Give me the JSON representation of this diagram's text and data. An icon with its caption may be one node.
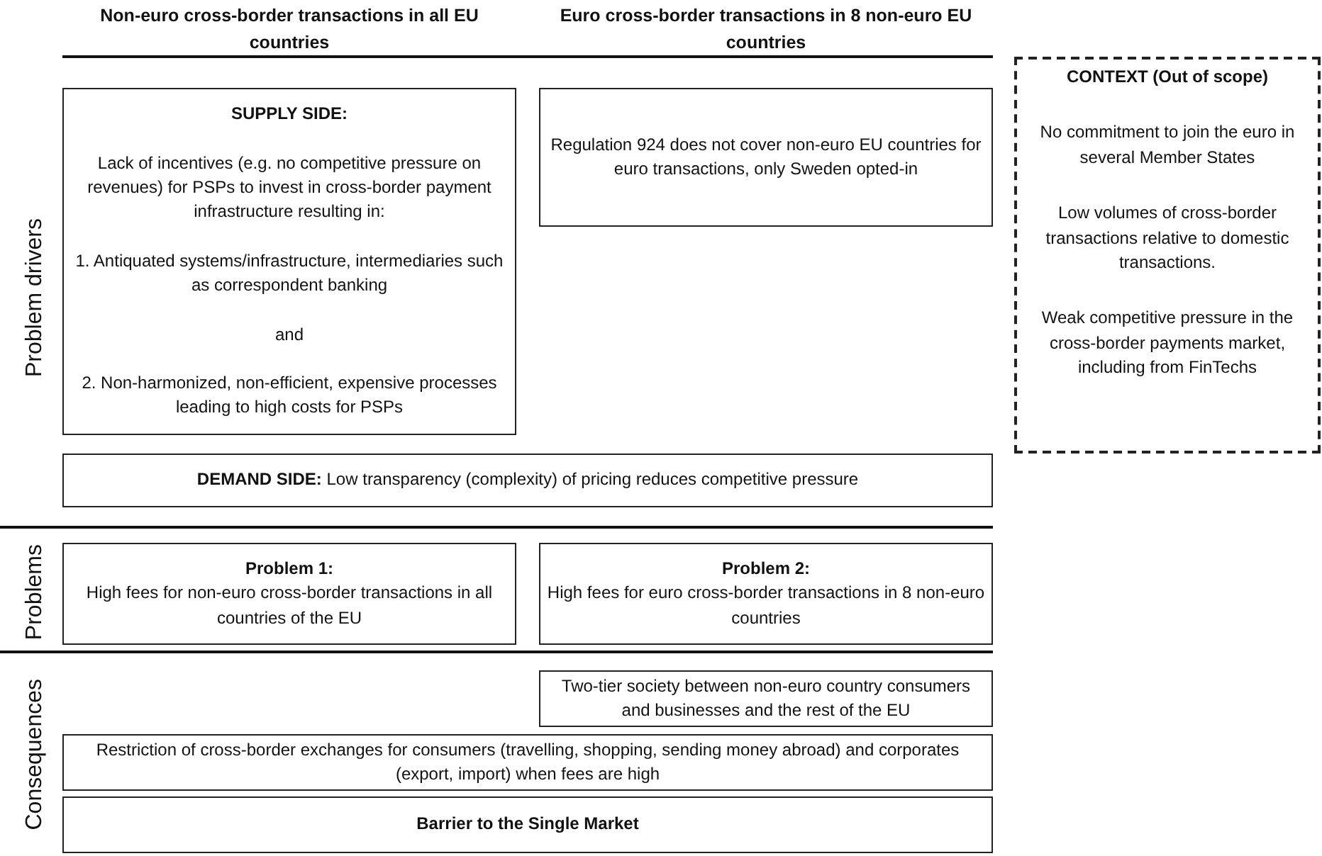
{
  "diagram": {
    "nodes": [
      {
        "text": [
          "SUPPLY SIDE:",
          "Lack of incentives (e.g. no competitive pressure on revenues) for PSPs to invest in cross-border payment infrastructure resulting in:",
          "1. Antiquated systems/infrastructure, intermediaries such as correspondent banking",
          "and",
          "2. Non-harmonized, non-efficient, expensive processes leading to high costs for PSPs"
        ]
      },
      {
        "text": [
          "Regulation 924 does not cover non-euro EU countries for euro transactions, only Sweden opted-in"
        ]
      },
      {
        "text": [
          "CONTEXT (Out of scope)",
          "No commitment to join the euro in several Member States",
          "Low volumes of cross-border transactions relative to domestic transactions.",
          "Weak competitive pressure in the cross-border payments market, including from FinTechs"
        ]
      },
      {
        "text": [
          "**DEMAND SIDE:** Low transparency (complexity) of pricing reduces competitive pressure"
        ]
      },
      {
        "text": [
          "Problem 1:",
          "High fees for non-euro cross-border transactions in all countries of the EU"
        ]
      },
      {
        "text": [
          "Problem 2:",
          "High fees for euro cross-border transactions in 8 non-euro countries"
        ]
      },
      {
        "text": [
          "Two-tier society between non-euro country consumers and businesses and the rest of the EU"
        ]
      },
      {
        "text": [
          "Restriction of cross-border exchanges for consumers (travelling, shopping, sending money abroad) and corporates (export, import) when fees are high"
        ]
      },
      {
        "text": [
          "Barrier to the Single Market"
        ]
      }
    ],
    "edges": [],
    "labels": [
      "Non-euro cross-border transactions in all EU countries",
      "Euro cross-border transactions in 8 non-euro EU countries",
      "Problem drivers",
      "Problems",
      "Consequences"
    ]
  }
}
